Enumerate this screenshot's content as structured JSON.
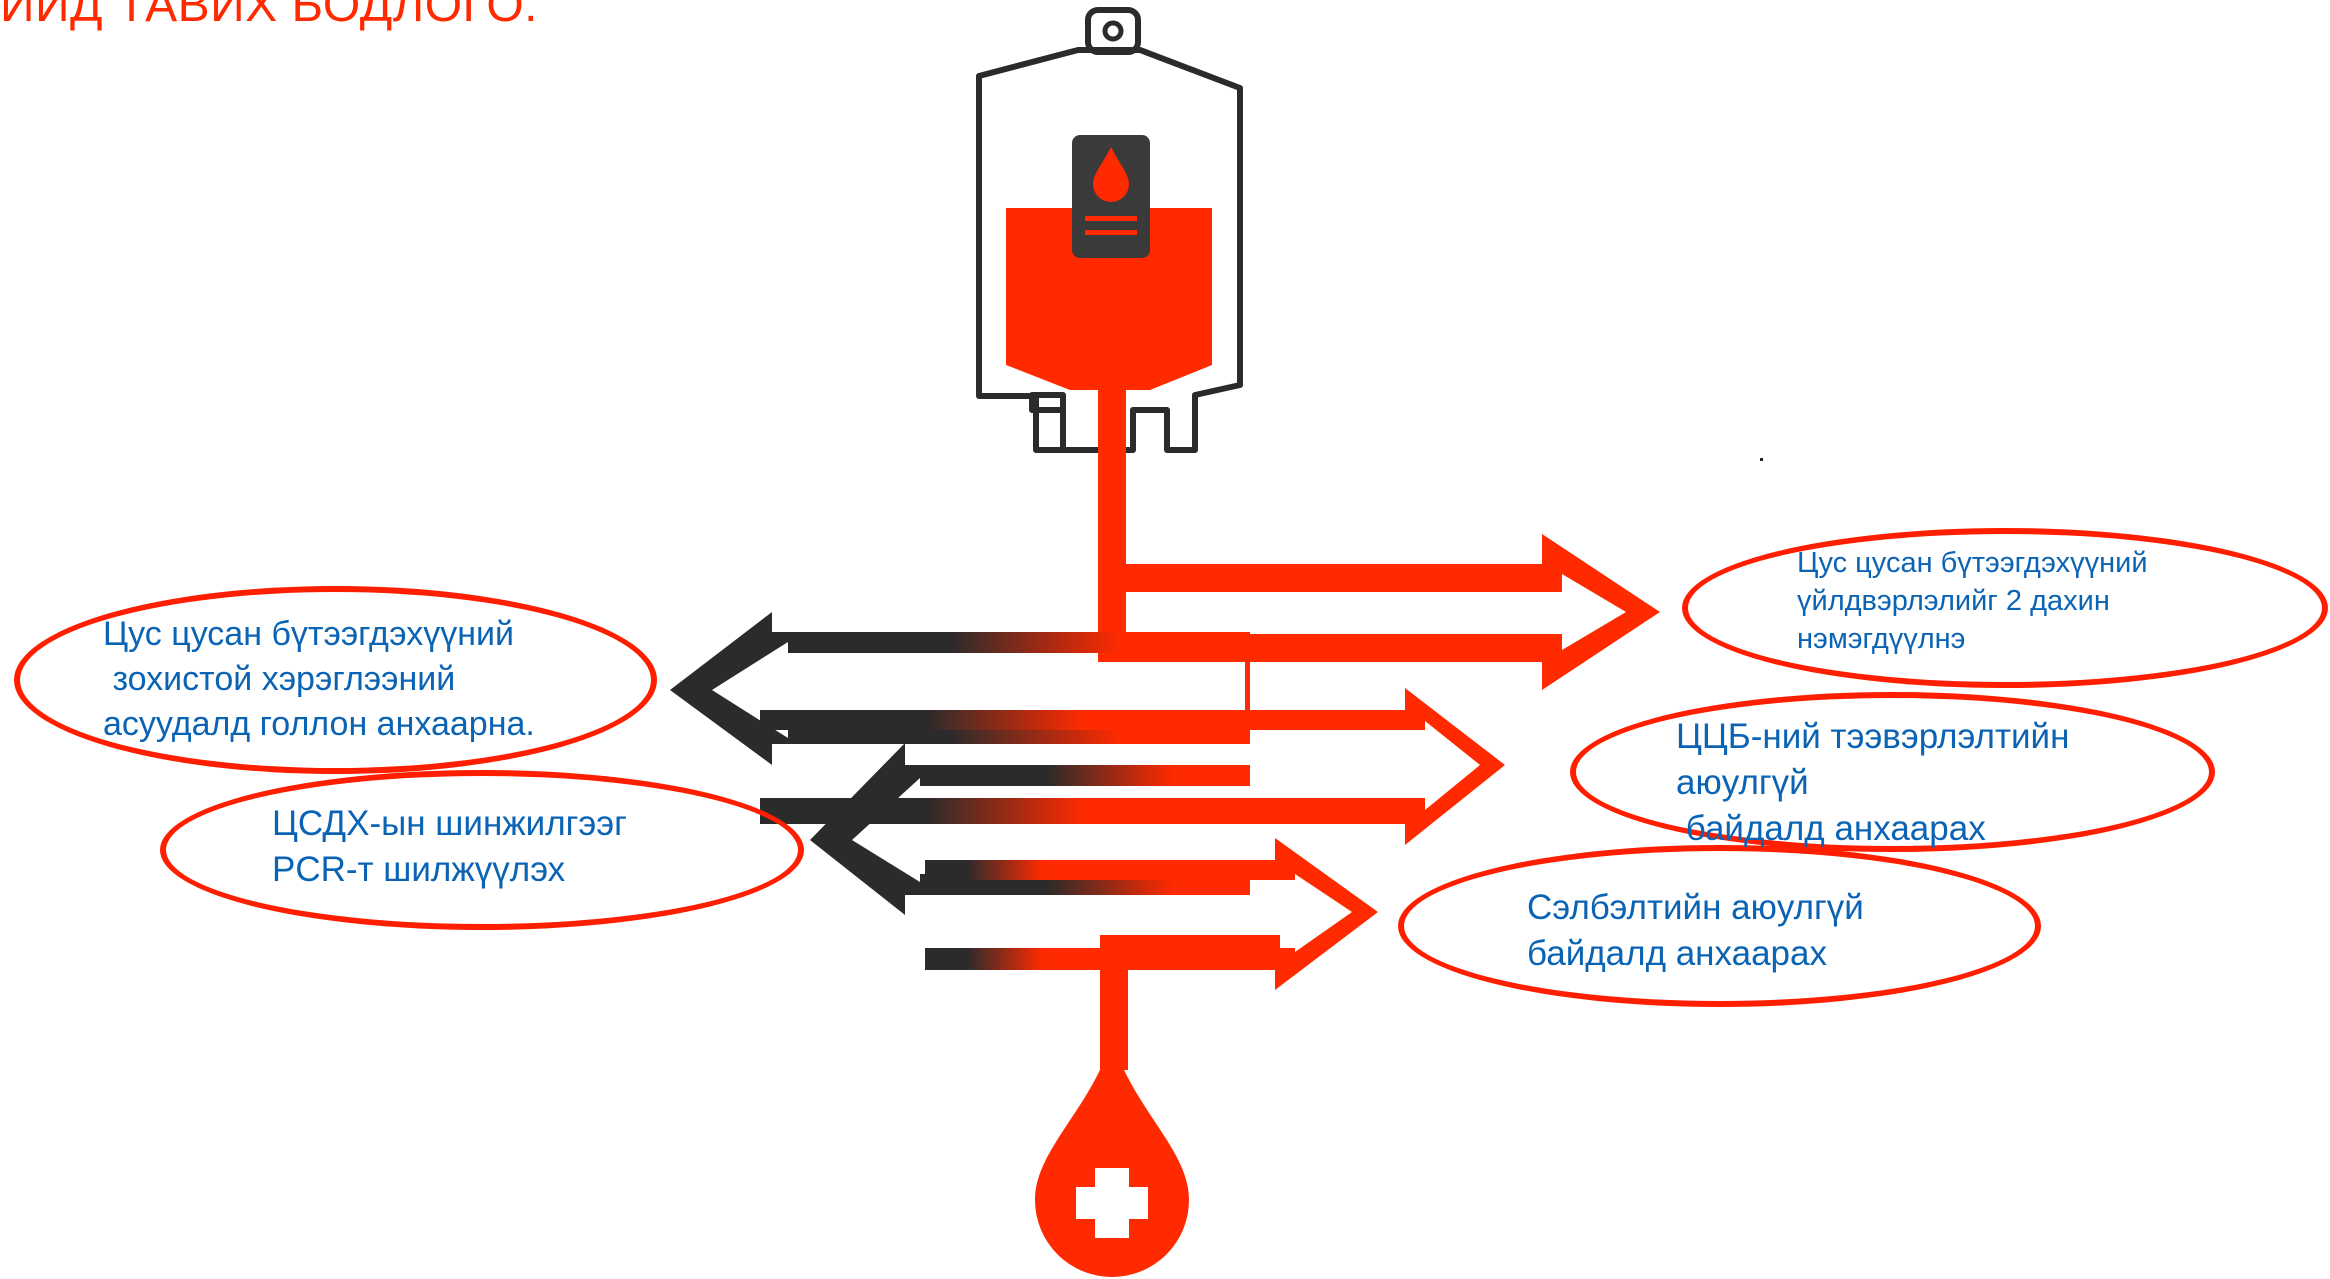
{
  "title": "ИЙД ТАВИХ БОДЛОГО.",
  "colors": {
    "red": "#ff2a00",
    "dark": "#2b2b2b",
    "text": "#0b63b4"
  },
  "icons": [
    "blood-bag-icon",
    "blood-drop-icon",
    "medical-cross-icon"
  ],
  "labels": {
    "production": "Цус цусан бүтээгдэхүүний\nүйлдвэрлэлийг 2 дахин\nнэмэгдүүлнэ",
    "appropriate_use": "Цус цусан бүтээгдэхүүний\n зохистой хэрэглээний\nасуудалд голлон анхаарна.",
    "transport_safety": "ЦЦБ-ний тээвэрлэлтийн\nаюулгүй\n байдалд анхаарах",
    "pcr": "ЦСДХ-ын шинжилгээг\nPCR-т шилжүүлэх",
    "transfusion_safety": "Сэлбэлтийн аюулгүй\nбайдалд анхаарах"
  }
}
